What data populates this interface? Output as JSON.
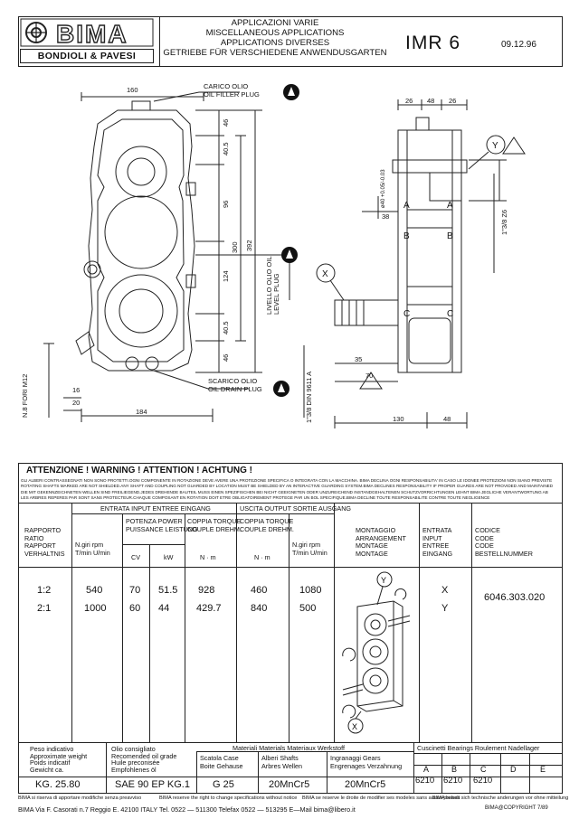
{
  "header": {
    "logo_text": "BIMA",
    "logo_sub": "BONDIOLI & PAVESI",
    "titles": [
      "APPLICAZIONI VARIE",
      "MISCELLANEOUS APPLICATIONS",
      "APPLICATIONS DIVERSES",
      "GETRIEBE FÜR VERSCHIEDENE ANWENDUSGARTEN"
    ],
    "model": "IMR 6",
    "date": "09.12.96"
  },
  "drawing": {
    "oil_filler": [
      "CARICO OLIO",
      "OIL FILLER PLUG"
    ],
    "oil_level": "LIVELLO OLIO\nOIL LEVEL PLUG",
    "oil_drain": [
      "SCARICO OLIO",
      "OIL DRAIN PLUG"
    ],
    "dims": {
      "width_top": "160",
      "d46a": "46",
      "d40_5a": "40.5",
      "d96": "96",
      "d300": "300",
      "d392": "392",
      "d124": "124",
      "d40_5b": "40.5",
      "d46b": "46",
      "d16": "16",
      "d20": "20",
      "d184": "184",
      "thread_left": "N.8 FORI M12",
      "d26a": "26",
      "d48": "48",
      "d26b": "26",
      "shaft_y": "ø40 +0.05/-0.03",
      "d38": "38",
      "rt1": "1\"3/8 Z6",
      "d35": "35",
      "d70": "70",
      "din": "1\"3/8 DIN 9611 A",
      "d130": "130",
      "d48b": "48"
    },
    "labels": {
      "X": "X",
      "Y": "Y",
      "A": "A",
      "B": "B",
      "C": "C"
    }
  },
  "table": {
    "warning_title": "ATTENZIONE !   WARNING !   ATTENTION !   ACHTUNG !",
    "warnings": [
      "GLI ALBERI CONTRASSEGNATI   NON SONO PROTETTI.OGNI COMPONENTE IN ROTAZIONE DEVE AVERE UNA PROTEZIONE SPECIFICA O INTEGRATA CON LA MACCHINA. BIMA DECLINA OGNI RESPONSABILITA' IN CASO LE IDONEE PROTEZIONI NON SIANO PREVISTE",
      "ROTATING SHAFTS MARKED   ARE NOT SHIELDED.ANY SHAFT AND COUPLING NOT GUARDED BY LOCATION MUST BE SHIELDED BY AN INTERACTIVE GUARDING SYSTEM.BIMA DECLINES RESPONSABILITY IF PROPER GUARDS ARE NOT PROVIDED AND MAINTAINED",
      "DIE MIT GEKENNZEICHNETEN   WELLEN SIND FREILIEGEND.JEDES DREHENDE BAUTEIL MUSS EINEN SPEZIFISCHEN BEI NICHT GEEIGNETEN ODER UNZUREICHEND INSTANDGEHALTENEN SCHUTZVORRICHTUNGEN LEHNT BIMA JEGLICHE VERANTWORTUNG AB",
      "LES ARBRES REPERES PAR   SONT SANS PROTECTEUR.CHAQUE COMPOSANT EN ROTATION DOIT ETRE OBLIGATOIREMENT PROTEGE PAR UN BOL SPECIFIQUE.BIMA DECLINE TOUTE RESPONSABILITE CONTRE TOUTE NEGLIGENCE"
    ],
    "col_ratio": [
      "RAPPORTO",
      "RATIO",
      "RAPPORT",
      "VERHALTNIS"
    ],
    "input_head": "ENTRATA INPUT ENTREE EINGANG",
    "output_head": "USCITA OUTPUT SORTIE AUSGANG",
    "giri": [
      "N.giri  rpm",
      "T/min  U/min"
    ],
    "potenza": [
      "POTENZA POWER",
      "PUISSANCE LEISTUNG"
    ],
    "cv": "CV",
    "kw": "kW",
    "coppia": [
      "COPPIA TORQUE",
      "COUPLE DREHM."
    ],
    "nm": "N · m",
    "montaggio": [
      "MONTAGGIO",
      "ARRANGEMENT",
      "MONTAGE",
      "MONTAGE"
    ],
    "entrata": [
      "ENTRATA",
      "INPUT",
      "ENTREE",
      "EINGANG"
    ],
    "codice": [
      "CODICE",
      "CODE",
      "CODE",
      "BESTELLNUMMER"
    ],
    "rows": [
      {
        "ratio": "1:2",
        "rpm_in": "540",
        "cv": "70",
        "kw": "51.5",
        "torque_in": "928",
        "rpm_out": "460",
        "torque_out": "1080",
        "input": "X"
      },
      {
        "ratio": "2:1",
        "rpm_in": "1000",
        "cv": "60",
        "kw": "44",
        "torque_in": "429.7",
        "rpm_out": "840",
        "torque_out": "500",
        "input": "Y"
      }
    ],
    "code": "6046.303.020",
    "mount_x": "X",
    "mount_y": "Y",
    "weight_label": [
      "Peso indicativo",
      "Approximate weight",
      "Poids indicatif",
      "Gewicht ca."
    ],
    "weight": "KG. 25.80",
    "oil_label": [
      "Olio consigliato",
      "Recomended oil grade",
      "Huile preconisée",
      "Empfohlenes öl"
    ],
    "oil": "SAE 90 EP KG.1",
    "materials_head": "Materiali Materials Materiaux Werkstoff",
    "case_label": [
      "Scatola Case",
      "Boite Gehause"
    ],
    "case": "G 25",
    "shafts_label": [
      "Alberi Shafts",
      "Arbres Wellen"
    ],
    "shafts": "20MnCr5",
    "gears_label": [
      "Ingranaggi Gears",
      "Engrenages Verzahnung"
    ],
    "gears": "20MnCr5",
    "bearings_head": "Cuscinetti Bearings Roulement Nadellager",
    "bearing_cols": [
      "A",
      "B",
      "C",
      "D",
      "E"
    ],
    "bearing_vals": [
      "6210",
      "6210",
      "6210",
      "",
      ""
    ]
  },
  "footer": {
    "line1_it": "BIMA si riserva di apportare modifiche senza preavviso",
    "line1_en": "BIMA reserve the right to change specifications without notice",
    "line1_fr": "BIMA se reserve le droite de modifier ses modeles sans aucun preavis",
    "line1_de": "BIMA behalt sich technische anderungen vor ohne mitteilung",
    "address": "BIMA Via F. Casorati n.7 Reggio E. 42100 ITALY Tel. 0522 — 511300 Telefax 0522 — 513295   E—Mail bima@libero.it",
    "copyright": "BIMA@COPYRIGHT 7/89"
  }
}
